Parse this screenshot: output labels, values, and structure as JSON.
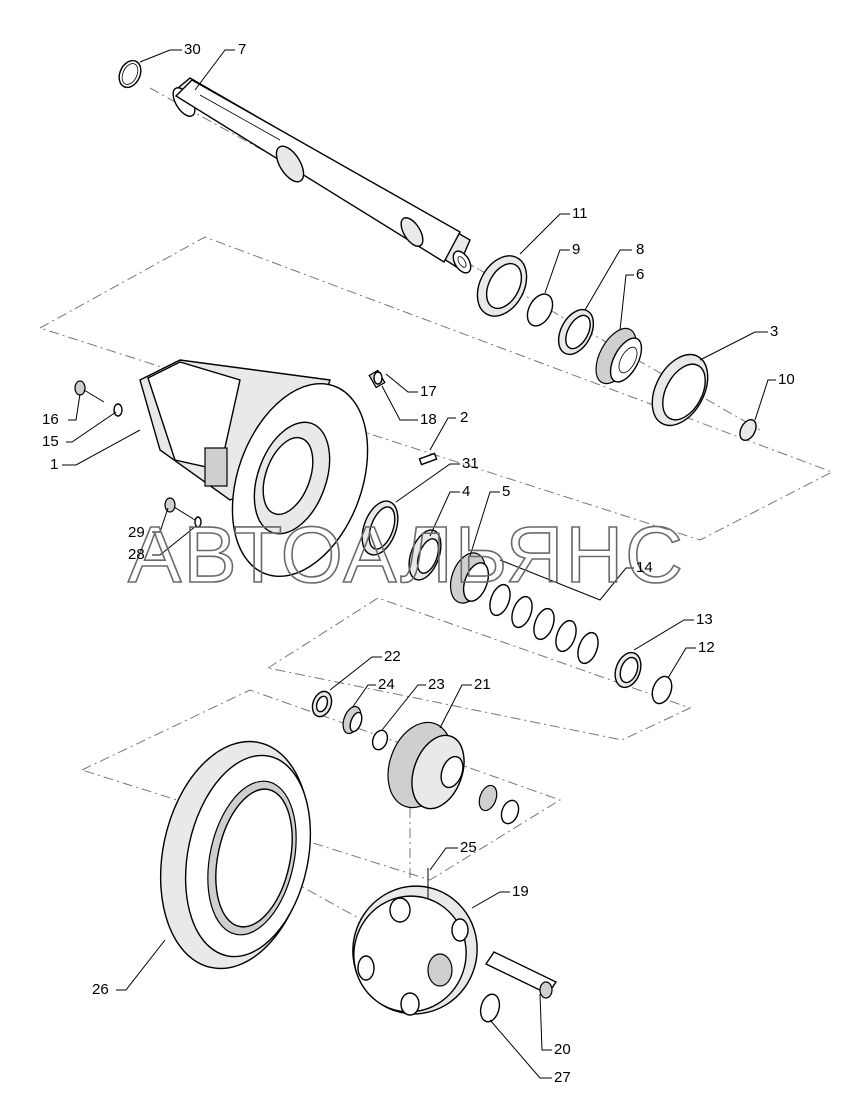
{
  "diagram": {
    "watermark": "АВТОАЛЬЯНС",
    "callouts": [
      "30",
      "7",
      "11",
      "9",
      "8",
      "6",
      "3",
      "10",
      "17",
      "18",
      "2",
      "16",
      "15",
      "1",
      "31",
      "4",
      "5",
      "29",
      "28",
      "14",
      "13",
      "12",
      "22",
      "24",
      "23",
      "21",
      "25",
      "19",
      "26",
      "20",
      "27"
    ]
  }
}
